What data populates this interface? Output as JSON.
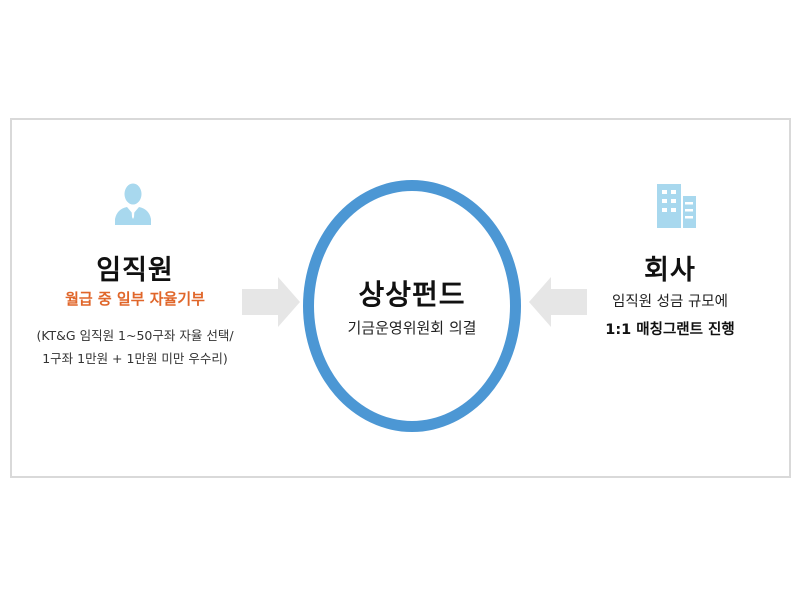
{
  "colors": {
    "frame_border": "#d9d9d9",
    "circle_stroke": "#4c97d4",
    "icon_fill": "#a8d8ee",
    "arrow_fill": "#e6e6e6",
    "accent_orange": "#e0662a"
  },
  "employee": {
    "icon": "person-icon",
    "title": "임직원",
    "highlight": "월급 중 일부 자율기부",
    "note_line1": "(KT&G 임직원 1~50구좌 자율 선택/",
    "note_line2": "1구좌 1만원 + 1만원 미만 우수리)"
  },
  "fund": {
    "title": "상상펀드",
    "subtitle": "기금운영위원회 의결"
  },
  "company": {
    "icon": "building-icon",
    "title": "회사",
    "line1": "임직원 성금 규모에",
    "line2": "1:1 매칭그랜트 진행"
  },
  "arrows": [
    {
      "direction": "right",
      "from": "employee",
      "to": "fund"
    },
    {
      "direction": "left",
      "from": "company",
      "to": "fund"
    }
  ]
}
